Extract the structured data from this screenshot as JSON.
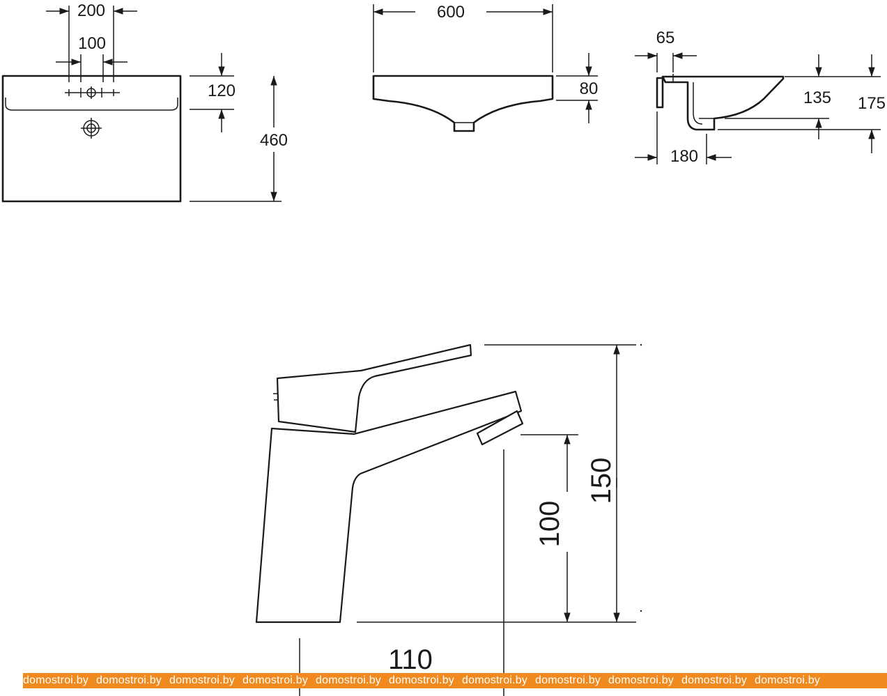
{
  "dimensions": {
    "basin_front_outer": "200",
    "basin_front_inner": "100",
    "basin_top_offset": "120",
    "basin_depth": "460",
    "basin_width": "600",
    "basin_rim_height": "80",
    "section_top_offset": "65",
    "section_bowl_depth": "135",
    "section_total_height": "175",
    "section_drain_offset": "180",
    "faucet_spout_height": "100",
    "faucet_total_height": "150",
    "faucet_reach": "110"
  },
  "watermark": {
    "text": "domostroi.by",
    "repeat": 11,
    "color": "#f08a1e"
  },
  "colors": {
    "line": "#1a1a1a",
    "background": "#ffffff"
  }
}
